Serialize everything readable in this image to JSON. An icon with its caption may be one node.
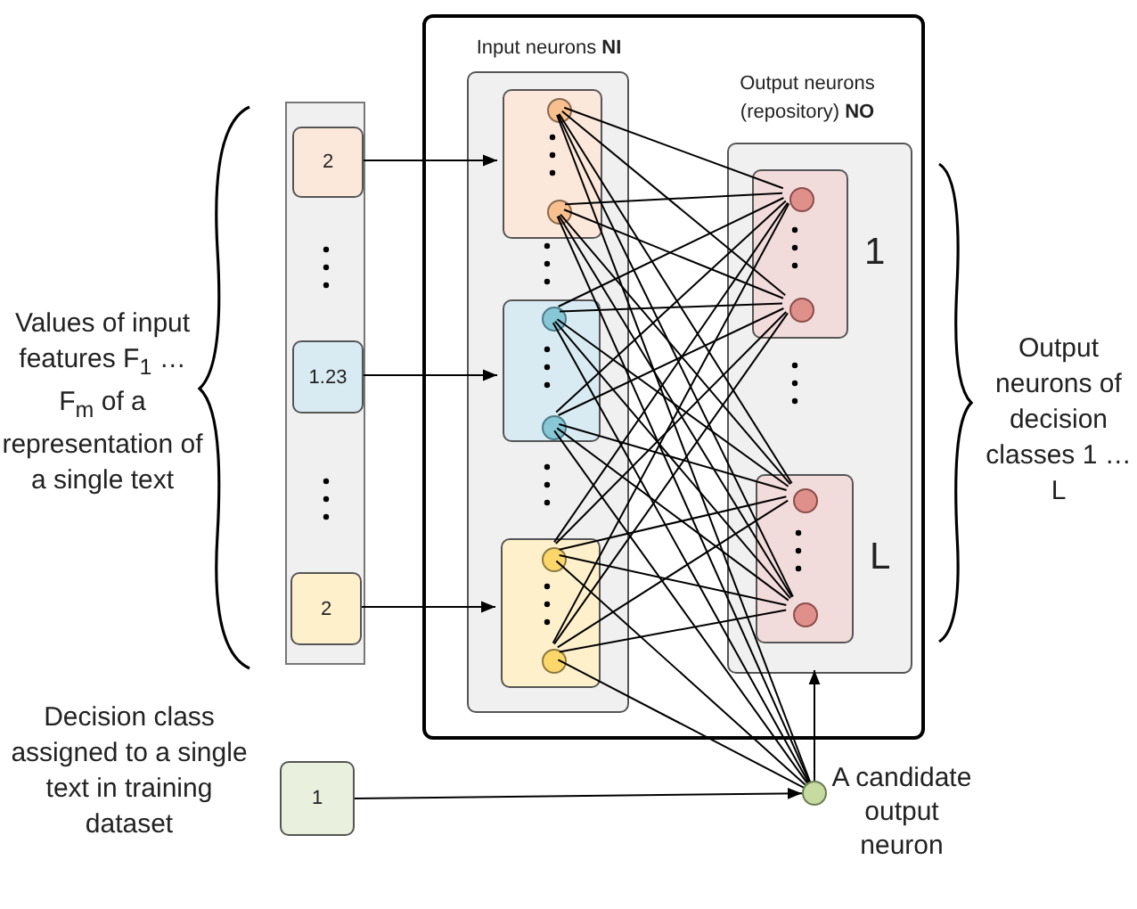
{
  "diagram": {
    "nodes": [
      {
        "text": [],
        "shape": "box"
      },
      {
        "text": [
          "2"
        ],
        "in": 0
      },
      {
        "text": [
          "1.23"
        ],
        "in": 0
      },
      {
        "text": [
          "2"
        ],
        "in": 0
      },
      {
        "text": [],
        "shape": "box"
      },
      {
        "text": [
          "Input neurons **NI**"
        ],
        "in": 4
      },
      {
        "text": [],
        "shape": "box",
        "in": 5
      },
      {
        "text": [],
        "shape": "circle",
        "in": 6
      },
      {
        "text": [],
        "shape": "circle",
        "in": 6
      },
      {
        "text": [],
        "shape": "box",
        "in": 5
      },
      {
        "text": [],
        "shape": "circle",
        "in": 9
      },
      {
        "text": [],
        "shape": "circle",
        "in": 9
      },
      {
        "text": [],
        "shape": "box",
        "in": 5
      },
      {
        "text": [],
        "shape": "circle",
        "in": 12
      },
      {
        "text": [],
        "shape": "circle",
        "in": 12
      },
      {
        "text": [
          "Output neurons (repository) **NO**"
        ],
        "in": 4
      },
      {
        "text": [],
        "shape": "box",
        "in": 15,
        "beside": [
          "1"
        ]
      },
      {
        "text": [],
        "shape": "circle",
        "in": 16
      },
      {
        "text": [],
        "shape": "circle",
        "in": 16
      },
      {
        "text": [],
        "shape": "box",
        "in": 15,
        "beside": [
          "L"
        ]
      },
      {
        "text": [],
        "shape": "circle",
        "in": 19
      },
      {
        "text": [],
        "shape": "circle",
        "in": 19
      },
      {
        "text": [
          "1"
        ]
      },
      {
        "text": [],
        "shape": "circle",
        "beside": [
          "A candidate output neuron"
        ]
      }
    ],
    "edges": [
      {
        "from": 1,
        "to": 6,
        "arrow": "to"
      },
      {
        "from": 2,
        "to": 9,
        "arrow": "to"
      },
      {
        "from": 3,
        "to": 12,
        "arrow": "to"
      },
      {
        "from": 7,
        "to": 17,
        "arrow": "none"
      },
      {
        "from": 7,
        "to": 18,
        "arrow": "none"
      },
      {
        "from": 7,
        "to": 20,
        "arrow": "none"
      },
      {
        "from": 7,
        "to": 21,
        "arrow": "none"
      },
      {
        "from": 8,
        "to": 17,
        "arrow": "none"
      },
      {
        "from": 8,
        "to": 18,
        "arrow": "none"
      },
      {
        "from": 8,
        "to": 20,
        "arrow": "none"
      },
      {
        "from": 8,
        "to": 21,
        "arrow": "none"
      },
      {
        "from": 10,
        "to": 17,
        "arrow": "none"
      },
      {
        "from": 10,
        "to": 18,
        "arrow": "none"
      },
      {
        "from": 10,
        "to": 20,
        "arrow": "none"
      },
      {
        "from": 10,
        "to": 21,
        "arrow": "none"
      },
      {
        "from": 11,
        "to": 17,
        "arrow": "none"
      },
      {
        "from": 11,
        "to": 18,
        "arrow": "none"
      },
      {
        "from": 11,
        "to": 20,
        "arrow": "none"
      },
      {
        "from": 11,
        "to": 21,
        "arrow": "none"
      },
      {
        "from": 13,
        "to": 17,
        "arrow": "none"
      },
      {
        "from": 13,
        "to": 18,
        "arrow": "none"
      },
      {
        "from": 13,
        "to": 20,
        "arrow": "none"
      },
      {
        "from": 13,
        "to": 21,
        "arrow": "none"
      },
      {
        "from": 14,
        "to": 17,
        "arrow": "none"
      },
      {
        "from": 14,
        "to": 18,
        "arrow": "none"
      },
      {
        "from": 14,
        "to": 20,
        "arrow": "none"
      },
      {
        "from": 14,
        "to": 21,
        "arrow": "none"
      },
      {
        "from": 7,
        "to": 23,
        "arrow": "none"
      },
      {
        "from": 8,
        "to": 23,
        "arrow": "none"
      },
      {
        "from": 10,
        "to": 23,
        "arrow": "none"
      },
      {
        "from": 11,
        "to": 23,
        "arrow": "none"
      },
      {
        "from": 13,
        "to": 23,
        "arrow": "none"
      },
      {
        "from": 14,
        "to": 23,
        "arrow": "none"
      },
      {
        "from": 22,
        "to": 23,
        "arrow": "to"
      },
      {
        "from": 23,
        "to": 15,
        "arrow": "to"
      }
    ],
    "labels": [
      "Values of input features F$_{1}$ … F$_{m}$ of a representation of a single text",
      "Output neurons of decision classes 1 … L",
      "Decision class assigned to a single text in training dataset"
    ]
  }
}
